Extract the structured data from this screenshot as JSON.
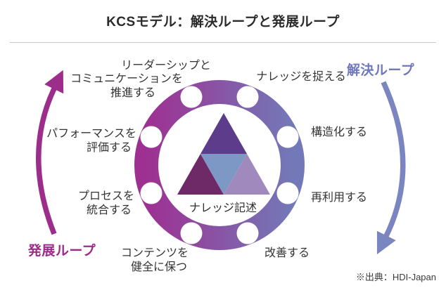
{
  "title": "KCSモデル：解決ループと発展ループ",
  "source_note": "※出典：HDI-Japan",
  "center_label": "ナレッジ記述",
  "loop_labels": {
    "solve": "解決ループ",
    "evolve": "発展ループ"
  },
  "solve_steps": {
    "capture": "ナレッジを捉える",
    "structure": "構造化する",
    "reuse": "再利用する",
    "improve": "改善する"
  },
  "evolve_steps": {
    "content_line1": "コンテンツを",
    "content_line2": "健全に保つ",
    "process_line1": "プロセスを",
    "process_line2": "統合する",
    "performance_line1": "パフォーマンスを",
    "performance_line2": "評価する",
    "leadership_line1": "リーダーシップと",
    "leadership_line2": "コミュニケーションを",
    "leadership_line3": "推進する"
  },
  "colors": {
    "ring_left": "#9e3092",
    "ring_right": "#7379b8",
    "arrow_evolve": "#9c2d8a",
    "arrow_solve": "#7b85c0",
    "triangle_top": "#5e3c8c",
    "triangle_left": "#6d2a67",
    "triangle_middle": "#7e98c6",
    "triangle_right": "#a089bc"
  }
}
